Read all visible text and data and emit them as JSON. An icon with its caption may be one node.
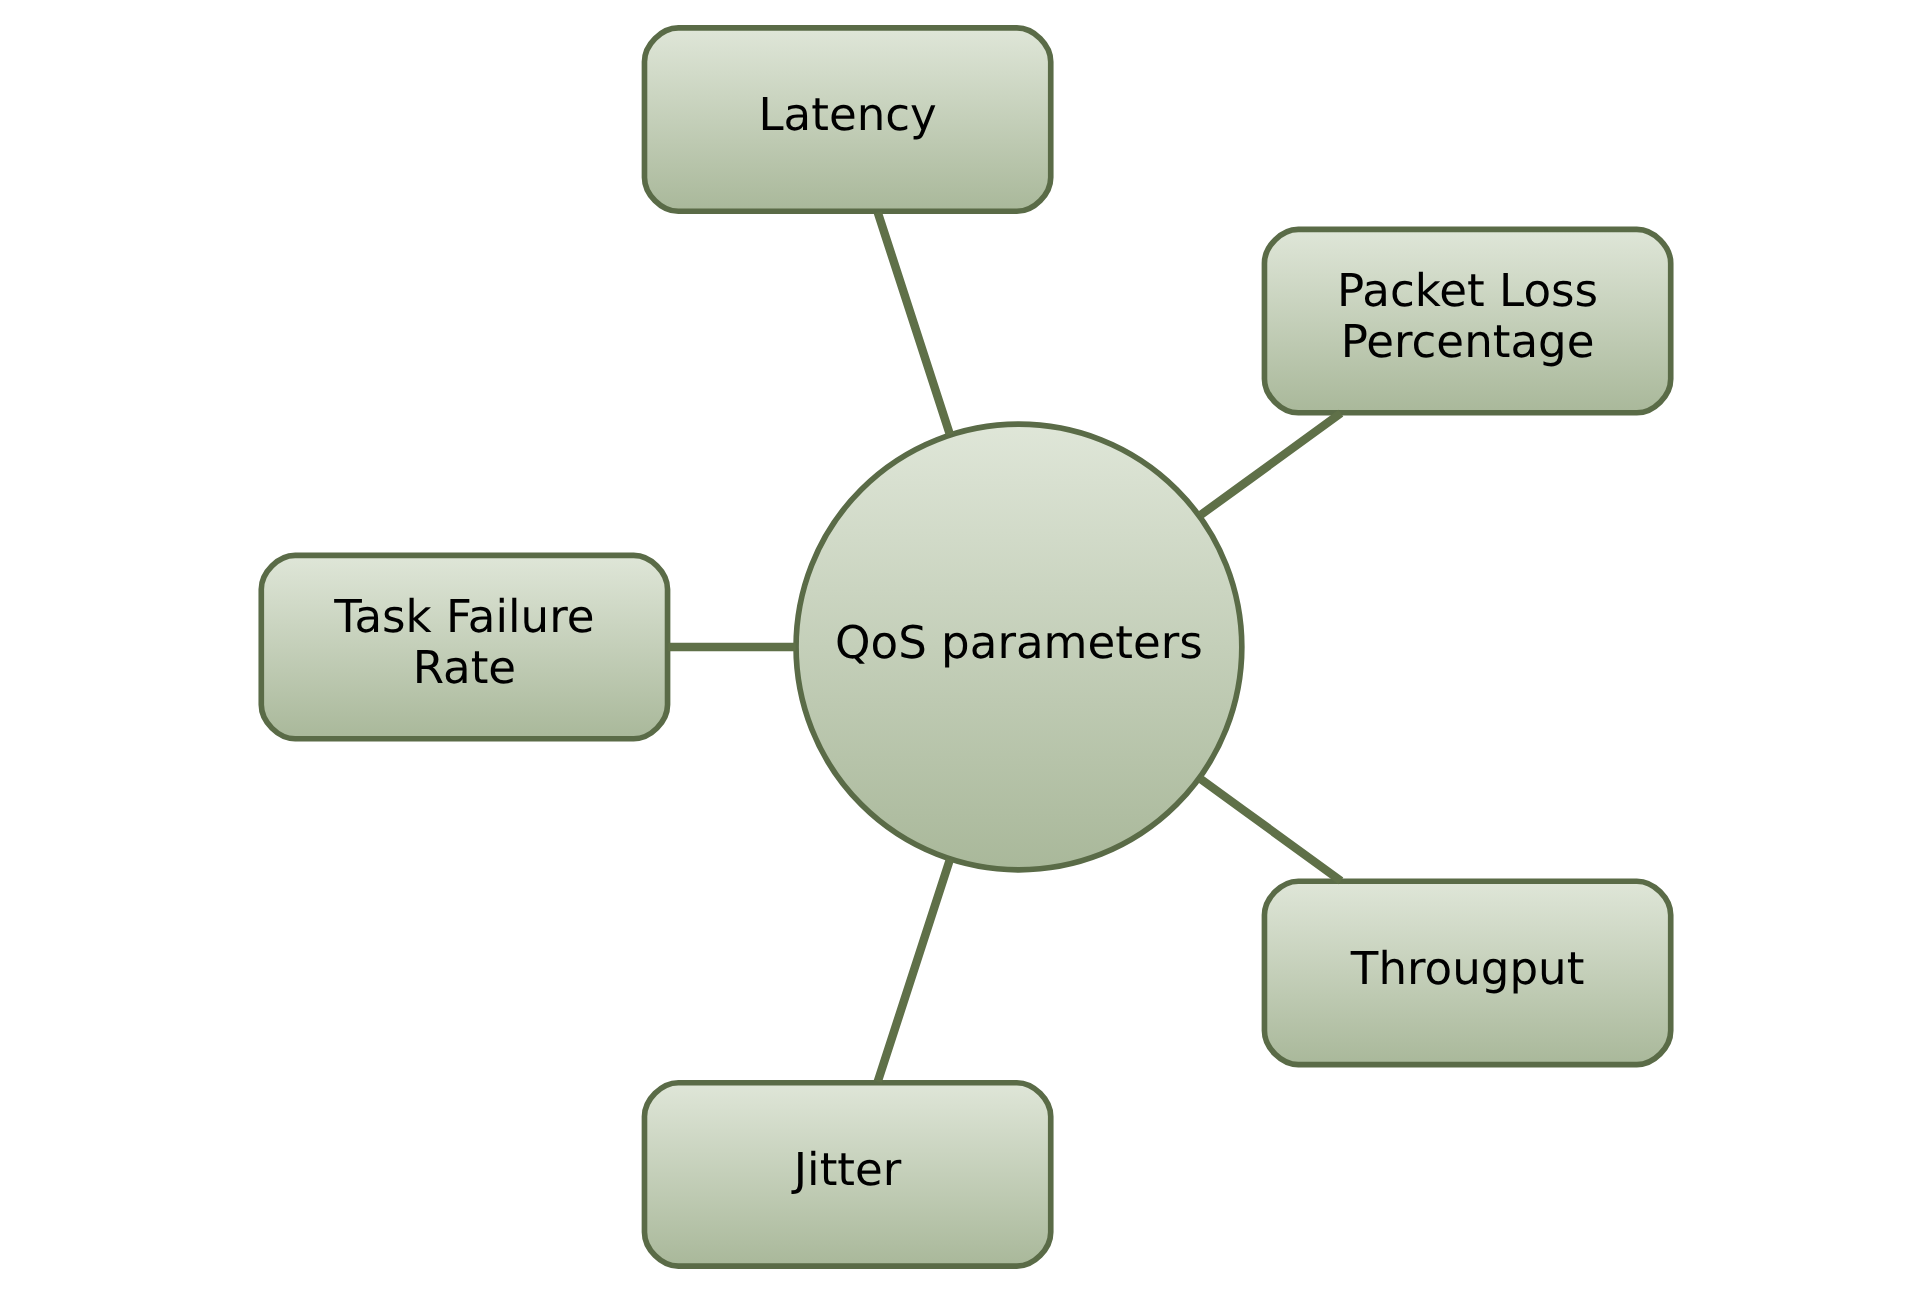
{
  "diagram": {
    "nodes": [
      {
        "text": [
          "Packet Loss Percentage"
        ]
      },
      {
        "text": [
          "Latency"
        ]
      },
      {
        "text": [
          "QoS parameters"
        ]
      },
      {
        "text": [
          "Task Failure Rate"
        ]
      },
      {
        "text": [
          "Jitter"
        ]
      },
      {
        "text": [
          "Througput"
        ]
      }
    ],
    "edges": [
      {
        "from": 2,
        "to": 0,
        "arrow": "none"
      },
      {
        "from": 2,
        "to": 1,
        "arrow": "none"
      },
      {
        "from": 2,
        "to": 3,
        "arrow": "none"
      },
      {
        "from": 2,
        "to": 4,
        "arrow": "none"
      },
      {
        "from": 2,
        "to": 5,
        "arrow": "none"
      }
    ]
  }
}
